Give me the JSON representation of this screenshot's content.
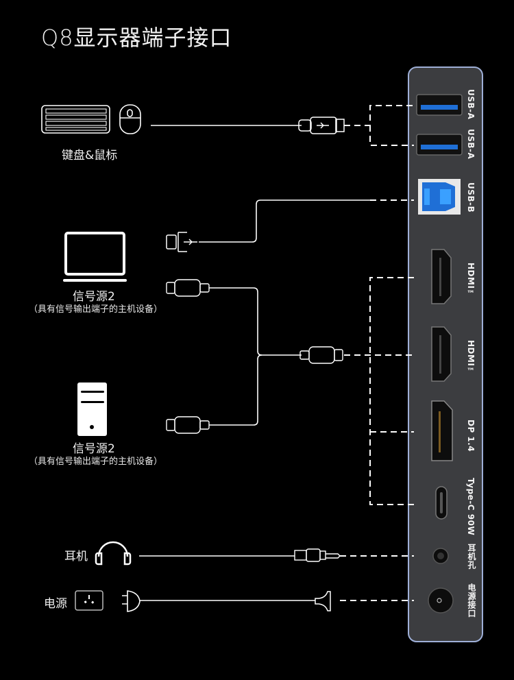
{
  "title": "Q8显示器端子接口",
  "devices": {
    "keyboard_mouse": {
      "label": "键盘&鼠标",
      "icons": [
        "keyboard-icon",
        "mouse-icon"
      ]
    },
    "source_laptop": {
      "label": "信号源2",
      "sublabel": "（具有信号输出端子的主机设备）",
      "icon": "monitor-icon"
    },
    "source_pc": {
      "label": "信号源2",
      "sublabel": "（具有信号输出端子的主机设备）",
      "icon": "pc-tower-icon"
    },
    "headphones": {
      "label": "耳机",
      "icon": "headphones-icon"
    },
    "power": {
      "label": "电源",
      "icons": [
        "power-outlet-icon",
        "power-plug-icon"
      ]
    }
  },
  "ports": [
    {
      "id": "usb-a-1",
      "label": "USB-A",
      "color": "#1f6fd6"
    },
    {
      "id": "usb-a-2",
      "label": "USB-A",
      "color": "#1f6fd6"
    },
    {
      "id": "usb-b",
      "label": "USB-B",
      "color": "#2a8cf0"
    },
    {
      "id": "hdmi-1",
      "label": "HDMI™"
    },
    {
      "id": "hdmi-2",
      "label": "HDMI™"
    },
    {
      "id": "dp",
      "label": "DP 1.4"
    },
    {
      "id": "type-c",
      "label": "Type-C 90W"
    },
    {
      "id": "audio",
      "label": "耳机孔"
    },
    {
      "id": "dc-in",
      "label": "电源接口"
    }
  ],
  "colors": {
    "background": "#000000",
    "panel": "#3c3d40",
    "panel_border": "#9fb0d8",
    "line": "#ffffff"
  }
}
